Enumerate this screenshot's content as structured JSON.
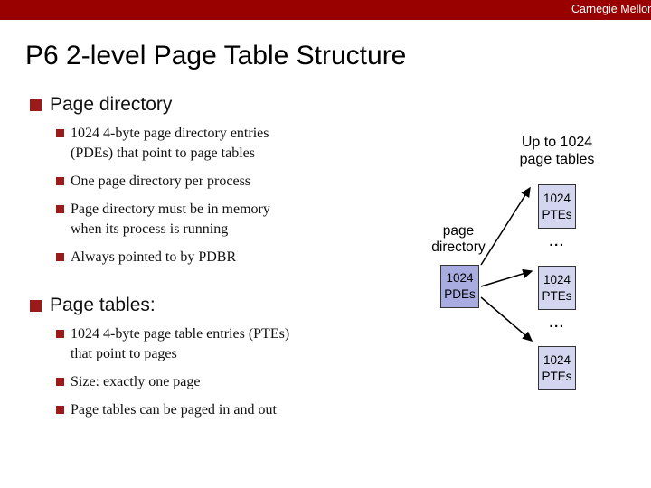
{
  "header": {
    "brand": "Carnegie Mellon",
    "bar_color": "#990000"
  },
  "slide": {
    "title": "P6 2-level Page Table Structure"
  },
  "content": {
    "bullet_color": "#9d1a1a",
    "sections": [
      {
        "heading": "Page directory",
        "items": [
          {
            "lines": [
              "1024 4-byte page directory entries",
              "(PDEs) that point to page tables"
            ]
          },
          {
            "lines": [
              "One page directory per process"
            ]
          },
          {
            "lines": [
              "Page directory must be in memory",
              "when its process is running"
            ]
          },
          {
            "lines": [
              "Always pointed to by PDBR"
            ]
          }
        ]
      },
      {
        "heading": "Page tables:",
        "items": [
          {
            "lines": [
              "1024 4-byte page table entries (PTEs)",
              "that point to pages"
            ]
          },
          {
            "lines": [
              "Size: exactly one page"
            ]
          },
          {
            "lines": [
              "Page tables can be paged in and out"
            ]
          }
        ]
      }
    ]
  },
  "diagram": {
    "caption_lines": [
      "Up to 1024",
      "page tables"
    ],
    "pde_label_lines": [
      "page",
      "directory"
    ],
    "pde_box": {
      "line1": "1024",
      "line2": "PDEs"
    },
    "pte_boxes": [
      {
        "line1": "1024",
        "line2": "PTEs"
      },
      {
        "line1": "1024",
        "line2": "PTEs"
      },
      {
        "line1": "1024",
        "line2": "PTEs"
      }
    ],
    "ellipsis": "...",
    "colors": {
      "pde_fill": "#a8ace0",
      "pte_fill": "#d4d6f0",
      "box_border": "#333333",
      "arrow": "#000000"
    }
  }
}
